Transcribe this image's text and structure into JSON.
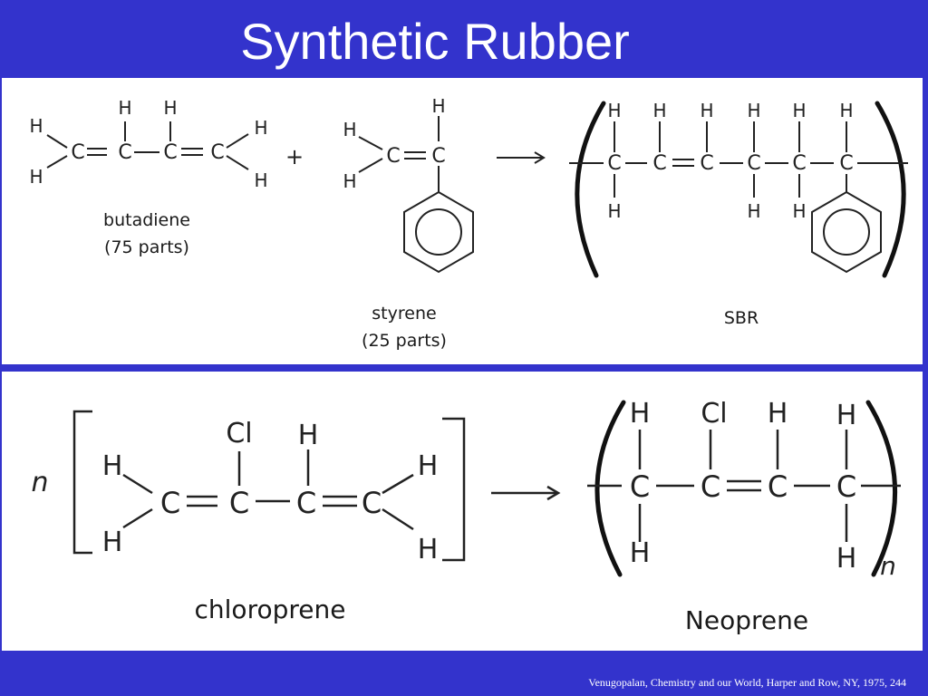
{
  "slide": {
    "title": "Synthetic Rubber",
    "citation": "Venugopalan, Chemistry and our World,  Harper and Row, NY, 1975, 244"
  },
  "sbr_reaction": {
    "plus_sign": "+",
    "arrow": "→",
    "atom_h": "H",
    "atom_c": "C",
    "butadiene_name": "butadiene",
    "butadiene_parts": "(75 parts)",
    "styrene_name": "styrene",
    "styrene_parts": "(25 parts)",
    "product_name": "SBR"
  },
  "neoprene_reaction": {
    "multiplier": "n",
    "arrow": "→",
    "atom_h": "H",
    "atom_c": "C",
    "atom_cl": "Cl",
    "subscript_n": "n",
    "monomer_name": "chloroprene",
    "product_name": "Neoprene"
  }
}
